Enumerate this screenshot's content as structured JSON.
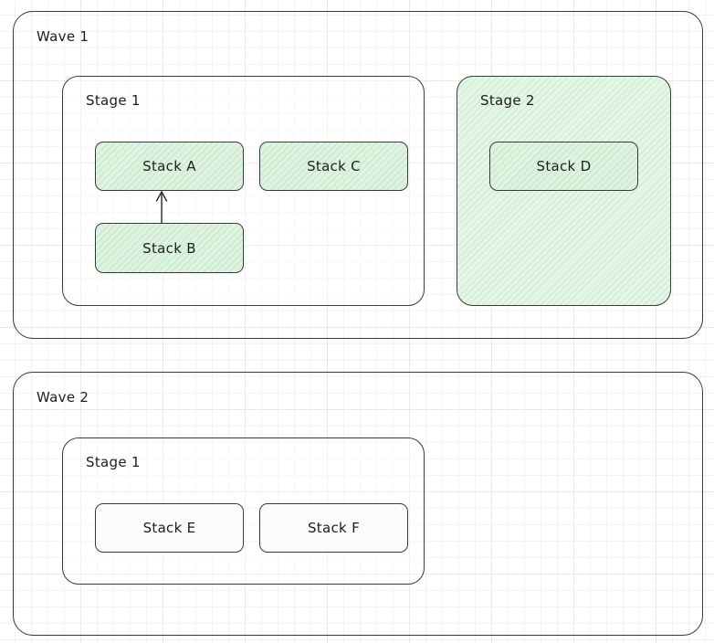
{
  "waves": [
    {
      "label": "Wave 1",
      "stages": [
        {
          "label": "Stage 1",
          "stacks": [
            "Stack A",
            "Stack C",
            "Stack B"
          ]
        },
        {
          "label": "Stage 2",
          "stacks": [
            "Stack D"
          ]
        }
      ]
    },
    {
      "label": "Wave 2",
      "stages": [
        {
          "label": "Stage 1",
          "stacks": [
            "Stack E",
            "Stack F"
          ]
        }
      ]
    }
  ],
  "dependencies": [
    {
      "from": "Stack B",
      "to": "Stack A"
    }
  ],
  "colors": {
    "stroke": "#3a3a3a",
    "green_fill": "#dff3e1",
    "green_hatch": "#afdeb6"
  }
}
